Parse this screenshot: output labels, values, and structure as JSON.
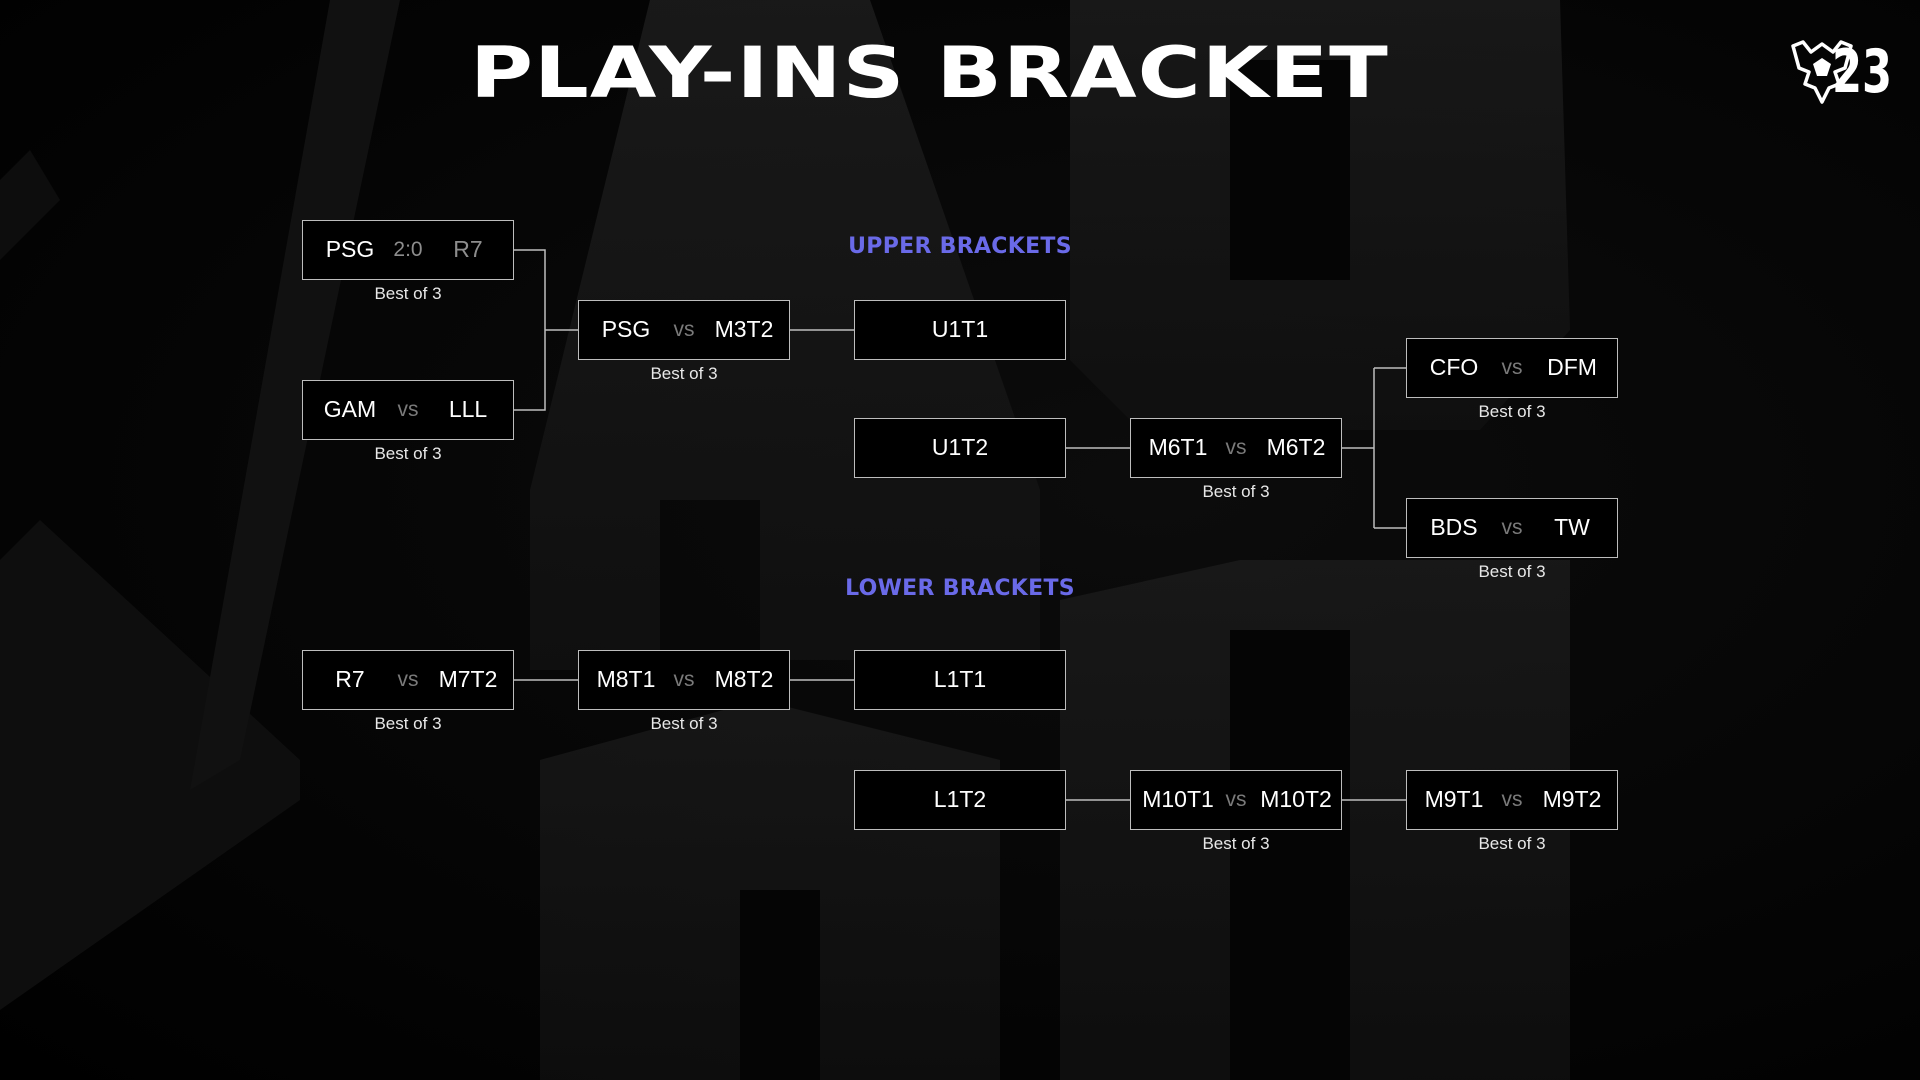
{
  "header": {
    "title": "PLAY-INS BRACKET",
    "logo_text": "23"
  },
  "sections": {
    "upper": "UPPER BRACKETS",
    "lower": "LOWER BRACKETS"
  },
  "matches": {
    "m_psg_r7": {
      "team1": "PSG",
      "sep": "2:0",
      "team2": "R7",
      "format": "Best of 3"
    },
    "m_gam_lll": {
      "team1": "GAM",
      "sep": "vs",
      "team2": "LLL",
      "format": "Best of 3"
    },
    "m_psg_m3t2": {
      "team1": "PSG",
      "sep": "vs",
      "team2": "M3T2",
      "format": "Best of 3"
    },
    "m_m6": {
      "team1": "M6T1",
      "sep": "vs",
      "team2": "M6T2",
      "format": "Best of 3"
    },
    "m_cfo_dfm": {
      "team1": "CFO",
      "sep": "vs",
      "team2": "DFM",
      "format": "Best of 3"
    },
    "m_bds_tw": {
      "team1": "BDS",
      "sep": "vs",
      "team2": "TW",
      "format": "Best of 3"
    },
    "m_r7_m7t2": {
      "team1": "R7",
      "sep": "vs",
      "team2": "M7T2",
      "format": "Best of 3"
    },
    "m_m8": {
      "team1": "M8T1",
      "sep": "vs",
      "team2": "M8T2",
      "format": "Best of 3"
    },
    "m_m10": {
      "team1": "M10T1",
      "sep": "vs",
      "team2": "M10T2",
      "format": "Best of 3"
    },
    "m_m9": {
      "team1": "M9T1",
      "sep": "vs",
      "team2": "M9T2",
      "format": "Best of 3"
    }
  },
  "slots": {
    "u1t1": "U1T1",
    "u1t2": "U1T2",
    "l1t1": "L1T1",
    "l1t2": "L1T2"
  },
  "colors": {
    "background": "#000000",
    "section_label": "#6a6ae8",
    "box_border": "#bdbdbd",
    "muted_text": "#8d8d8d"
  }
}
